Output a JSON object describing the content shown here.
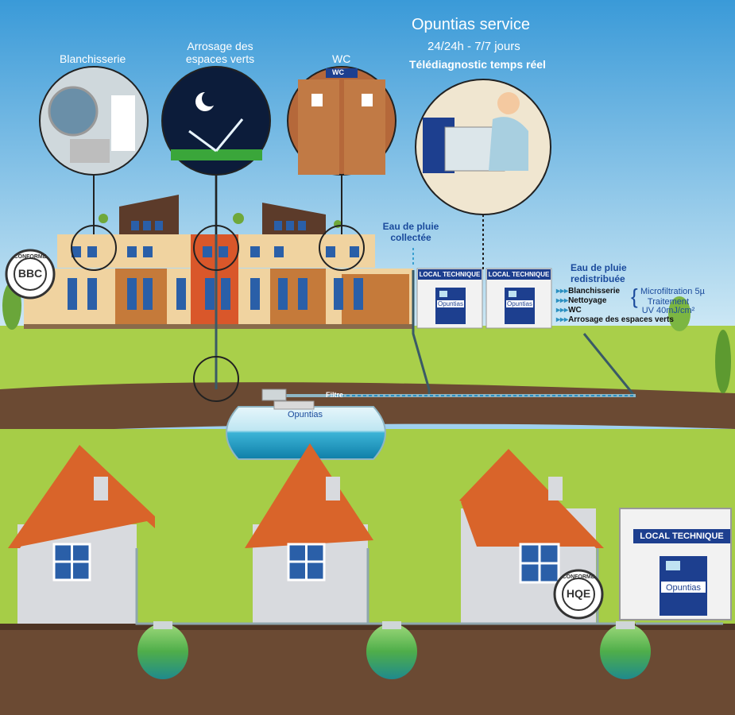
{
  "service": {
    "title": "Opuntias service",
    "hours": "24/24h - 7/7 jours",
    "diag": "Télédiagnostic temps réel"
  },
  "circles": {
    "laundry": "Blanchisserie",
    "garden": "Arrosage des espaces verts",
    "wc": "WC",
    "wc_sign": "WC"
  },
  "rain": {
    "collected": "Eau de pluie collectée",
    "redistributed": "Eau de pluie redistribuée"
  },
  "local": {
    "label": "LOCAL TECHNIQUE",
    "brand": "Opuntias"
  },
  "uses": {
    "items": [
      "Blanchisserie",
      "Nettoyage",
      "WC",
      "Arrosage des espaces verts"
    ],
    "micro": "Microfiltration 5µ",
    "uv": "Traitement UV 40mJ/cm²"
  },
  "tank": {
    "brand": "Opuntias",
    "filter": "Filtre"
  },
  "badges": {
    "bbc": "BBC",
    "hqe": "HQE",
    "conforme": "CONFORME"
  },
  "colors": {
    "sky": "#9fd0ee",
    "grass": "#a9cf4a",
    "soil": "#6b4a33",
    "roof": "#d9642a",
    "accent_blue": "#1a4a9c"
  }
}
